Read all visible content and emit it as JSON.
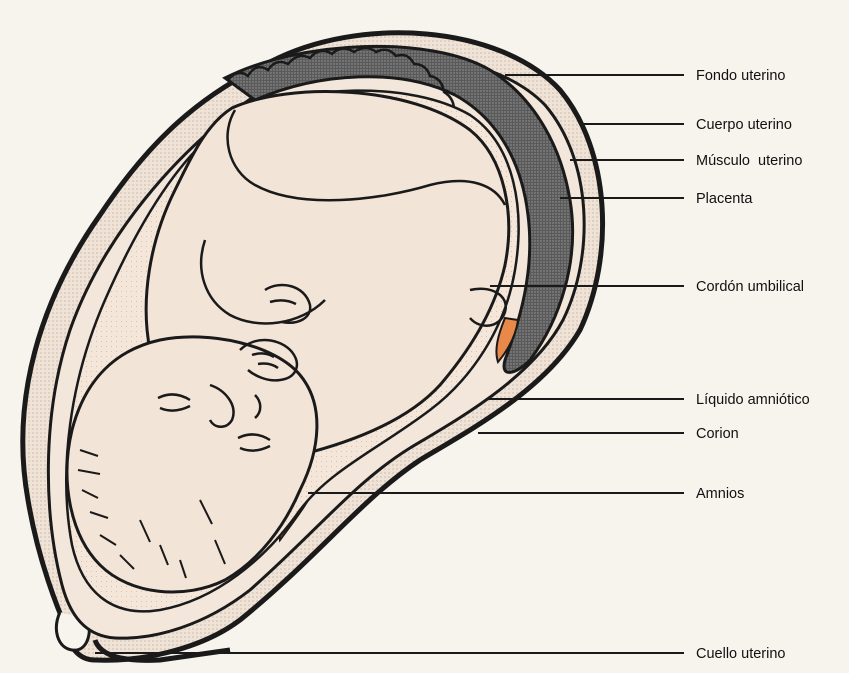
{
  "labels": {
    "fondo_uterino": "Fondo uterino",
    "cuerpo_uterino": "Cuerpo uterino",
    "musculo_uterino": "Músculo  uterino",
    "placenta": "Placenta",
    "cordon_umbilical": "Cordón umbilical",
    "liquido_amniotico": "Líquido amniótico",
    "corion": "Corion",
    "amnios": "Amnios",
    "cuello_uterino": "Cuello uterino"
  },
  "colors": {
    "background": "#f7f3ed",
    "uterine_wall": "#efe2d6",
    "fetus_skin": "#f3e4d8",
    "amniotic_fluid": "#e8894a",
    "placenta": "#4a4a4a",
    "outline": "#1a1a1a"
  }
}
